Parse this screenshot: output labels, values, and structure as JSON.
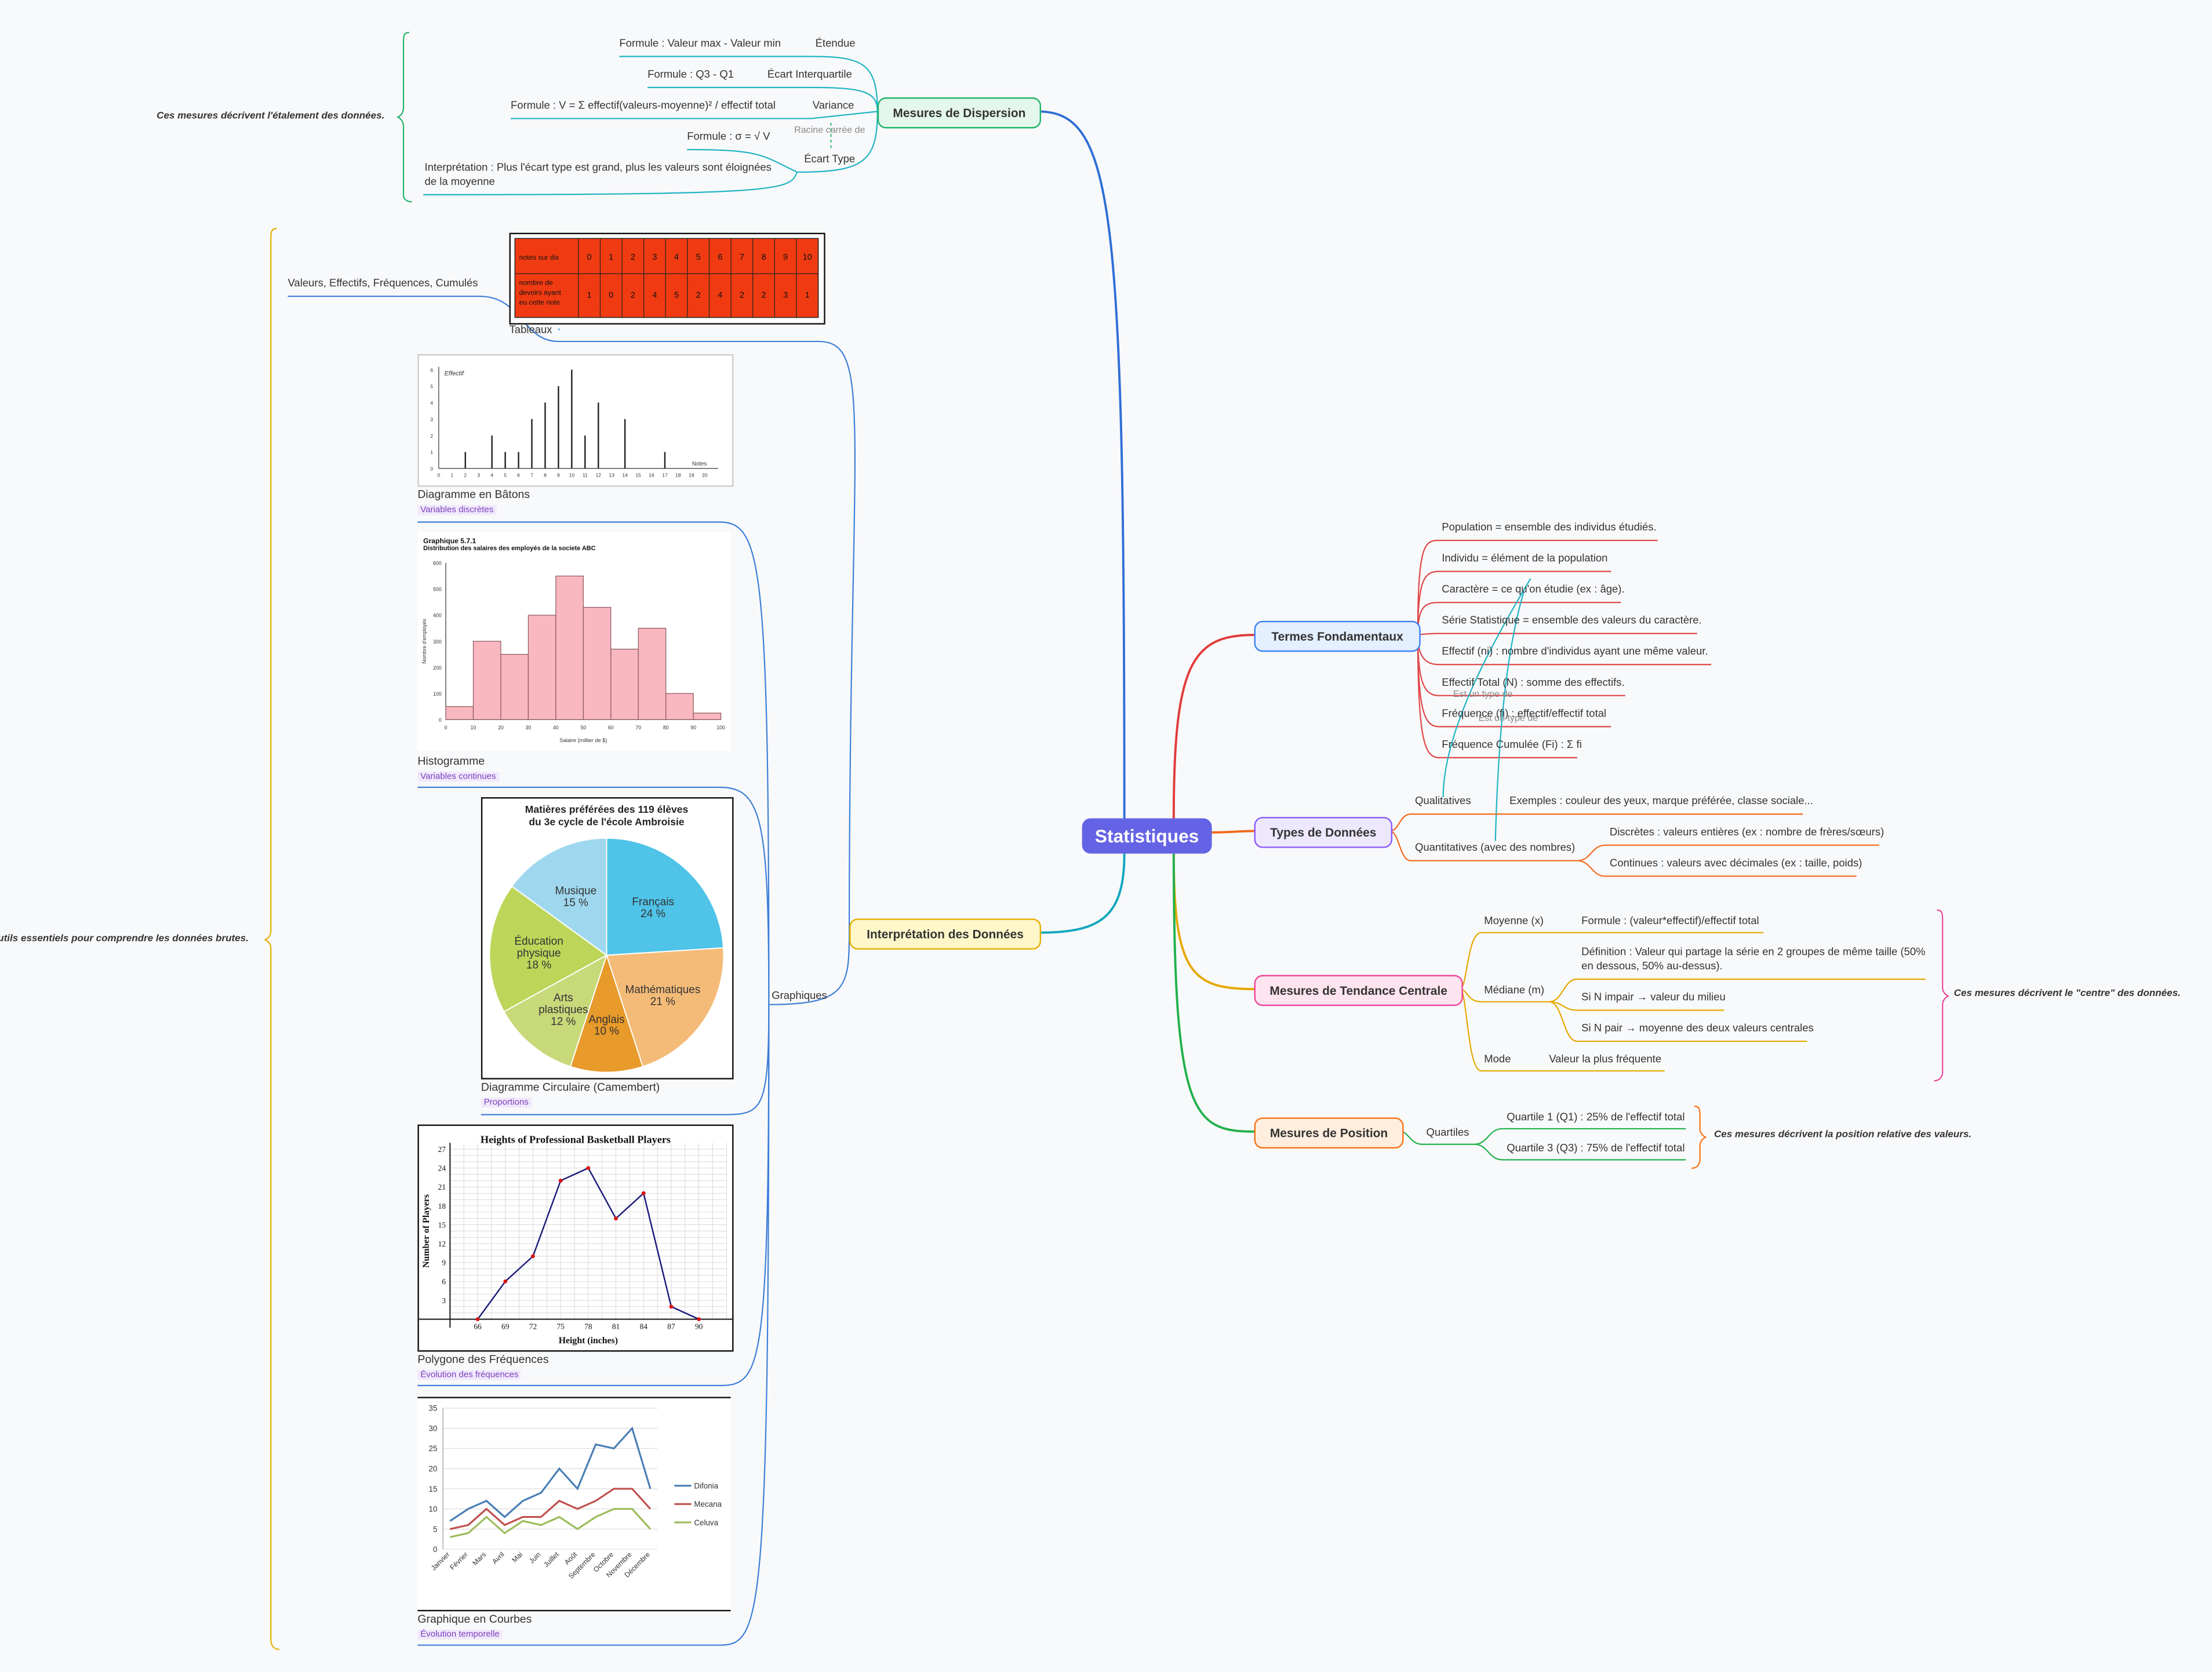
{
  "central": "Statistiques",
  "colors": {
    "dispersion": "#22b56a",
    "interpretation": "#e3b000",
    "termes": "#3b82f6",
    "types": "#8b5cf6",
    "tendance": "#ec4899",
    "position": "#f97316"
  },
  "dispersion": {
    "title": "Mesures de Dispersion",
    "etendue": "Étendue",
    "etendue_formula": "Formule : Valeur max - Valeur min",
    "ecart_iq": "Écart Interquartile",
    "ecart_iq_formula": "Formule : Q3 - Q1",
    "variance": "Variance",
    "variance_formula": "Formule : V = Σ effectif(valeurs-moyenne)² / effectif total",
    "ecart_type": "Écart Type",
    "ecart_type_formula": "Formule : σ = √ V",
    "ecart_type_interp_1": "Interprétation : Plus l'écart type est grand, plus les valeurs sont éloignées",
    "ecart_type_interp_2": "de la moyenne",
    "relation": "Racine carrée de",
    "note": "Ces mesures décrivent l'étalement des données."
  },
  "interpretation": {
    "title": "Interprétation des Données",
    "note": "Outils essentiels pour comprendre les données brutes.",
    "tableaux": "Tableaux",
    "tableaux_child": "Valeurs, Effectifs, Fréquences, Cumulés",
    "graphiques": "Graphiques",
    "batons": {
      "caption": "Diagramme en Bâtons",
      "tag": "Variables discrètes"
    },
    "histogramme": {
      "caption": "Histogramme",
      "tag": "Variables continues"
    },
    "circulaire": {
      "caption": "Diagramme Circulaire (Camembert)",
      "tag": "Proportions"
    },
    "polygone": {
      "caption": "Polygone des Fréquences",
      "tag": "Évolution des fréquences"
    },
    "courbes": {
      "caption": "Graphique en Courbes",
      "tag": "Évolution temporelle"
    }
  },
  "termes": {
    "title": "Termes Fondamentaux",
    "items": [
      "Population = ensemble des individus étudiés.",
      "Individu = élément de la population",
      "Caractère = ce qu'on étudie (ex : âge).",
      "Série Statistique = ensemble des valeurs du caractère.",
      "Effectif (ni) : nombre d'individus ayant une même valeur.",
      "Effectif Total (N) : somme des effectifs.",
      "Fréquence (fi) : effectif/effectif total",
      "Fréquence Cumulée (Fi) : Σ fi"
    ],
    "rel1": "Est un type de",
    "rel2": "Est un type de"
  },
  "types": {
    "title": "Types de Données",
    "qualitatives": "Qualitatives",
    "qualitatives_ex": "Exemples : couleur des yeux, marque préférée, classe sociale...",
    "quantitatives": "Quantitatives (avec des nombres)",
    "discretes": "Discrètes : valeurs entières (ex : nombre de frères/sœurs)",
    "continues": "Continues : valeurs avec décimales (ex : taille, poids)"
  },
  "tendance": {
    "title": "Mesures de Tendance Centrale",
    "moyenne": "Moyenne (x)",
    "moyenne_formula": "Formule : (valeur*effectif)/effectif total",
    "mediane": "Médiane (m)",
    "mediane_def_1": "Définition : Valeur qui partage la série en 2 groupes de même taille (50%",
    "mediane_def_2": "en dessous, 50% au-dessus).",
    "mediane_impair": "Si N impair → valeur du milieu",
    "mediane_pair": "Si N pair → moyenne des deux valeurs centrales",
    "mode": "Mode",
    "mode_def": "Valeur la plus fréquente",
    "note": "Ces mesures décrivent le \"centre\" des données."
  },
  "position": {
    "title": "Mesures de Position",
    "quartiles": "Quartiles",
    "q1": "Quartile 1 (Q1) : 25% de l'effectif total",
    "q3": "Quartile 3 (Q3) : 75% de l'effectif total",
    "note": "Ces mesures décrivent la position relative des valeurs."
  },
  "images": {
    "table": {
      "row1_label": "notes sur dix",
      "row2_label_1": "nombre de",
      "row2_label_2": "devoirs ayant",
      "row2_label_3": "eu cette note",
      "notes": [
        "0",
        "1",
        "2",
        "3",
        "4",
        "5",
        "6",
        "7",
        "8",
        "9",
        "10"
      ],
      "counts": [
        "1",
        "0",
        "2",
        "4",
        "5",
        "2",
        "4",
        "2",
        "2",
        "3",
        "1"
      ]
    },
    "bar": {
      "ylabel": "Effectif",
      "xlabel": "Notes",
      "x": [
        0,
        1,
        2,
        3,
        4,
        5,
        6,
        7,
        8,
        9,
        10,
        11,
        12,
        13,
        14,
        15,
        16,
        17,
        18,
        19,
        20
      ],
      "values": [
        0,
        0,
        1,
        0,
        2,
        1,
        1,
        3,
        4,
        5,
        6,
        2,
        4,
        0,
        3,
        0,
        0,
        1,
        0,
        0,
        0
      ],
      "yticks": [
        "0",
        "1",
        "2",
        "3",
        "4",
        "5",
        "6"
      ]
    },
    "hist": {
      "title1": "Graphique 5.7.1",
      "title2": "Distribution des salaires des employés de la societe ABC",
      "ylabel": "Nombre d'employés",
      "xlabel": "Salaire (millier de $)",
      "values": [
        50,
        300,
        250,
        400,
        550,
        430,
        270,
        350,
        100,
        25
      ],
      "edges": [
        0,
        10,
        20,
        30,
        40,
        50,
        60,
        70,
        80,
        90,
        100
      ],
      "xticks": [
        "0",
        "10",
        "20",
        "30",
        "40",
        "50",
        "60",
        "70",
        "80",
        "90",
        "100"
      ],
      "yticks": [
        "0",
        "100",
        "200",
        "300",
        "400",
        "500",
        "600"
      ]
    },
    "pie": {
      "title1": "Matières préférées des 119 élèves",
      "title2": "du 3e cycle de l'école Ambroisie",
      "slices": [
        {
          "label": "Français",
          "pct": "24 %",
          "value": 24,
          "color": "#4fc3e8"
        },
        {
          "label": "Mathématiques",
          "pct": "21 %",
          "value": 21,
          "color": "#f4bb78"
        },
        {
          "label": "Anglais",
          "pct": "10 %",
          "value": 10,
          "color": "#e89a2a"
        },
        {
          "label": "Arts plastiques",
          "pct": "12 %",
          "value": 12,
          "color": "#c8d97a"
        },
        {
          "label": "Éducation physique",
          "pct": "18 %",
          "value": 18,
          "color": "#bdd65a"
        },
        {
          "label": "Musique",
          "pct": "15 %",
          "value": 15,
          "color": "#9fd8ee"
        }
      ]
    },
    "poly": {
      "title": "Heights of Professional Basketball Players",
      "ylabel": "Number of Players",
      "xlabel": "Height (inches)",
      "x": [
        66,
        69,
        72,
        75,
        78,
        81,
        84,
        87,
        90
      ],
      "values": [
        0,
        6,
        10,
        22,
        24,
        16,
        20,
        2,
        0
      ],
      "yticks": [
        "3",
        "6",
        "9",
        "12",
        "15",
        "18",
        "21",
        "24",
        "27"
      ]
    },
    "lines": {
      "categories": [
        "Janvier",
        "Février",
        "Mars",
        "Avril",
        "Mai",
        "Juin",
        "Juillet",
        "Août",
        "Septembre",
        "Octobre",
        "Novembre",
        "Décembre"
      ],
      "yticks": [
        "0",
        "5",
        "10",
        "15",
        "20",
        "25",
        "30",
        "35"
      ],
      "series": [
        {
          "name": "Difonia",
          "color": "#4a7fb5",
          "values": [
            7,
            10,
            12,
            8,
            12,
            14,
            20,
            15,
            26,
            25,
            30,
            15
          ]
        },
        {
          "name": "Mecana",
          "color": "#c0504d",
          "values": [
            5,
            6,
            10,
            6,
            8,
            8,
            12,
            10,
            12,
            15,
            15,
            10
          ]
        },
        {
          "name": "Celuva",
          "color": "#9bbb59",
          "values": [
            3,
            4,
            8,
            4,
            7,
            6,
            8,
            5,
            8,
            10,
            10,
            5
          ]
        }
      ]
    }
  }
}
